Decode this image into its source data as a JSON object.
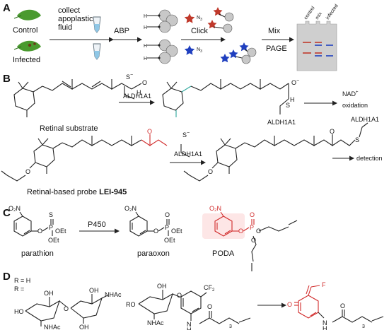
{
  "panels": {
    "a": "A",
    "b": "B",
    "c": "C",
    "d": "D"
  },
  "panel_a": {
    "control": "Control",
    "infected": "Infected",
    "collect_line1": "collect",
    "collect_line2": "apoplastic",
    "collect_line3": "fluid",
    "abp": "ABP",
    "click": "Click",
    "mix": "Mix",
    "page": "PAGE",
    "azide": "N",
    "azide_sub": "3",
    "alkyne": "H",
    "gel_lanes": [
      "control",
      "mix",
      "infected"
    ]
  },
  "panel_b": {
    "retinal_substrate": "Retinal substrate",
    "enzyme": "ALDH1A1",
    "thiolate": "S",
    "thiolate_charge": "−",
    "oxide": "O",
    "nad": "NAD",
    "nad_charge": "+",
    "oxidation": "oxidation",
    "probe_prefix": "Retinal-based probe ",
    "probe_name": "LEI-945",
    "detection": "detection",
    "aldehyde_o": "O",
    "h": "H",
    "ketone_o": "O",
    "ether_o": "O",
    "s_atom": "S"
  },
  "panel_c": {
    "parathion": "parathion",
    "paraoxon": "paraoxon",
    "poda": "PODA",
    "p450": "P450",
    "no2": "O₂N",
    "s_atom": "S",
    "p_atom": "P",
    "o_atom": "O",
    "oet": "OEt"
  },
  "panel_d": {
    "r_h": "R = H",
    "r_eq": "R =",
    "ho": "HO",
    "oh": "OH",
    "nhac": "NHAc",
    "ro": "RO",
    "cf2": "CF",
    "cf2_sub": "2",
    "f": "F",
    "o": "O",
    "n": "N",
    "h": "H",
    "sub3": "3"
  },
  "colors": {
    "highlight": "#d12b2b",
    "green_leaf": "#4a9a2f",
    "gray_circle": "#c8c8c8",
    "star_red": "#c0392b",
    "star_blue": "#1f3fbf"
  }
}
